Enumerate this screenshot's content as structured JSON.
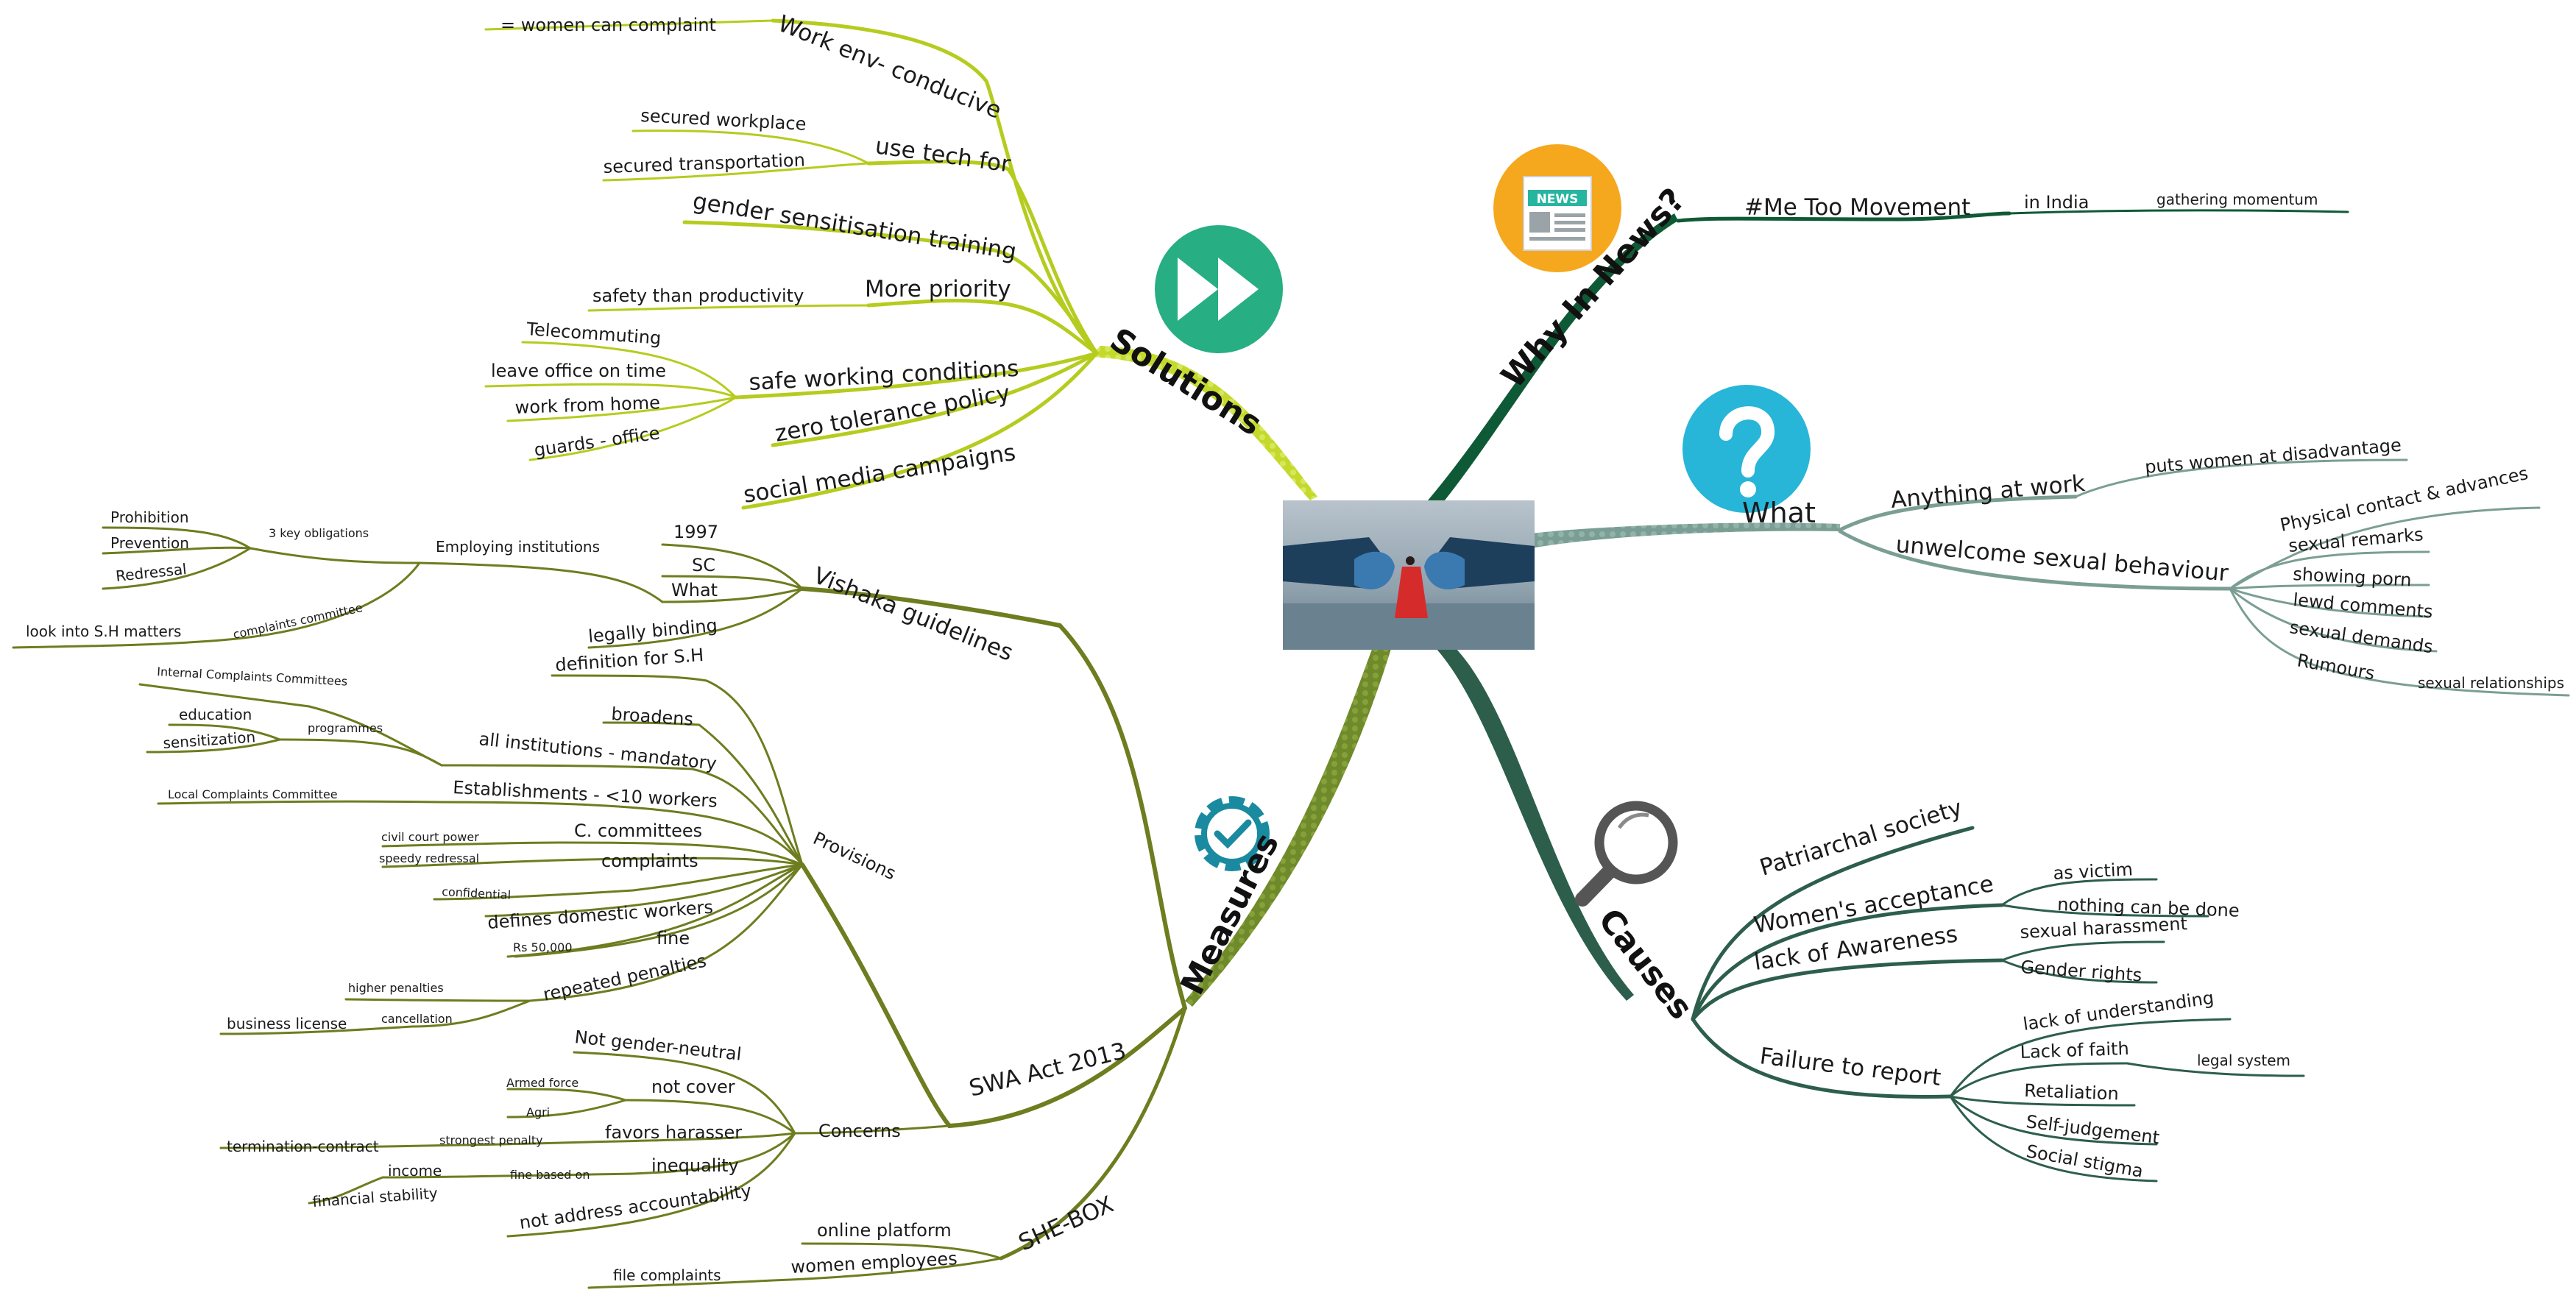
{
  "solutions": {
    "title": "Solutions",
    "work_env": "Work env- conducive",
    "women_can_complaint": "= women can complaint",
    "use_tech": "use tech for",
    "secured_workplace": "secured workplace",
    "secured_transportation": "secured transportation",
    "gender_training": "gender sensitisation training",
    "more_priority": "More priority",
    "safety_productivity": "safety than productivity",
    "safe_conditions": "safe working conditions",
    "telecommuting": "Telecommuting",
    "leave_office": "leave office on time",
    "work_home": "work from home",
    "guards": "guards - office",
    "zero_tolerance": "zero tolerance policy",
    "social_media": "social media campaigns"
  },
  "news": {
    "title": "Why In News?",
    "icon_text": "NEWS",
    "metoo": "#Me Too Movement",
    "india": "in India",
    "momentum": "gathering momentum"
  },
  "what": {
    "title": "What",
    "anything": "Anything at work",
    "disadvantage": "puts women at disadvantage",
    "unwelcome": "unwelcome sexual behaviour",
    "physical": "Physical contact & advances",
    "remarks": "sexual remarks",
    "porn": "showing porn",
    "lewd": "lewd comments",
    "demands": "sexual demands",
    "rumours": "Rumours",
    "relationships": "sexual relationships"
  },
  "causes": {
    "title": "Causes",
    "patriarchal": "Patriarchal society",
    "acceptance": "Women's acceptance",
    "victim": "as victim",
    "nothing": "nothing can be done",
    "awareness": "lack of Awareness",
    "harassment": "sexual harassment",
    "rights": "Gender rights",
    "failure": "Failure to report",
    "understanding": "lack of understanding",
    "faith": "Lack of faith",
    "legal": "legal system",
    "retaliation": "Retaliation",
    "self": "Self-judgement",
    "stigma": "Social stigma"
  },
  "measures": {
    "title": "Measures",
    "vishaka": "Vishaka guidelines",
    "y1997": "1997",
    "sc": "SC",
    "what": "What",
    "binding": "legally binding",
    "employing": "Employing institutions",
    "key3": "3 key obligations",
    "prohibition": "Prohibition",
    "prevention": "Prevention",
    "redressal": "Redressal",
    "committee": "complaints committee",
    "lookinto": "look into S.H matters",
    "swa": "SWA Act 2013",
    "provisions": "Provisions",
    "definition": "definition for S.H",
    "broadens": "broadens",
    "allinst": "all institutions - mandatory",
    "icc": "Internal Complaints Committees",
    "programmes": "programmes",
    "education": "education",
    "sensitization": "sensitization",
    "establishments": "Establishments - <10 workers",
    "lcc": "Local Complaints Committee",
    "ccommittees": "C. committees",
    "civil": "civil court power",
    "speedy": "speedy redressal",
    "complaints": "complaints",
    "confidential": "confidential",
    "domestic": "defines domestic workers",
    "fine": "fine",
    "rs": "Rs 50,000",
    "repeated": "repeated penalties",
    "higher": "higher penalties",
    "cancellation": "cancellation",
    "license": "business license",
    "concerns": "Concerns",
    "notgender": "Not gender-neutral",
    "notcover": "not cover",
    "armed": "Armed force",
    "agri": "Agri",
    "favors": "favors harasser",
    "strongest": "strongest penalty",
    "termination": "termination-contract",
    "inequality": "inequality",
    "finebased": "fine based on",
    "income": "income",
    "financial": "financial stability",
    "accountability": "not address accountability",
    "shebox": "SHE-BOX",
    "online": "online platform",
    "employees": "women employees",
    "filecomplaints": "file complaints"
  },
  "colors": {
    "measures": "#6d7d1f",
    "solutions": "#b5cc1f",
    "news": "#0f5a36",
    "what": "#7b9e94",
    "causes": "#2d5e4c",
    "solutions_icon": "#27ae82",
    "news_icon": "#f5a81d",
    "what_icon": "#27b5d8",
    "measures_icon": "#1a8aa0",
    "causes_icon": "#555555"
  },
  "icons": {
    "solutions": "fast-forward-icon",
    "news": "newspaper-icon",
    "what": "question-mark-icon",
    "measures": "gear-check-icon",
    "causes": "magnifier-icon",
    "center": "handshake-image"
  }
}
